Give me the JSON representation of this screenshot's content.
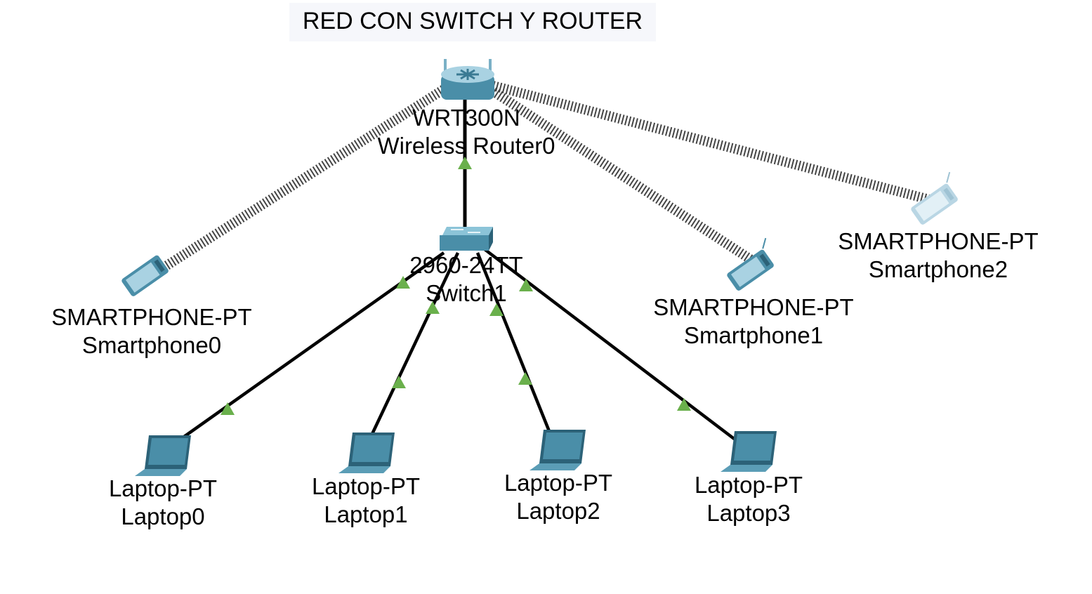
{
  "title": "RED CON SWITCH Y ROUTER",
  "colors": {
    "cable": "#000000",
    "link_up": "#6ab04c",
    "device_body": "#4a8ea8",
    "device_dark": "#2c6278",
    "smartphone_inactive": "#b9d6e4",
    "title_bg": "#f6f7fb"
  },
  "devices": {
    "router": {
      "model": "WRT300N",
      "name": "Wireless Router0",
      "icon": "wireless-router-icon"
    },
    "switch": {
      "model": "2960-24TT",
      "name": "Switch1",
      "icon": "switch-icon"
    },
    "smartphone0": {
      "model": "SMARTPHONE-PT",
      "name": "Smartphone0",
      "icon": "smartphone-icon"
    },
    "smartphone1": {
      "model": "SMARTPHONE-PT",
      "name": "Smartphone1",
      "icon": "smartphone-icon"
    },
    "smartphone2": {
      "model": "SMARTPHONE-PT",
      "name": "Smartphone2",
      "icon": "smartphone-icon"
    },
    "laptop0": {
      "model": "Laptop-PT",
      "name": "Laptop0",
      "icon": "laptop-icon"
    },
    "laptop1": {
      "model": "Laptop-PT",
      "name": "Laptop1",
      "icon": "laptop-icon"
    },
    "laptop2": {
      "model": "Laptop-PT",
      "name": "Laptop2",
      "icon": "laptop-icon"
    },
    "laptop3": {
      "model": "Laptop-PT",
      "name": "Laptop3",
      "icon": "laptop-icon"
    }
  },
  "links": [
    {
      "from": "switch",
      "to": "router",
      "type": "ethernet"
    },
    {
      "from": "switch",
      "to": "laptop0",
      "type": "ethernet"
    },
    {
      "from": "switch",
      "to": "laptop1",
      "type": "ethernet"
    },
    {
      "from": "switch",
      "to": "laptop2",
      "type": "ethernet"
    },
    {
      "from": "switch",
      "to": "laptop3",
      "type": "ethernet"
    },
    {
      "from": "router",
      "to": "smartphone0",
      "type": "wireless"
    },
    {
      "from": "router",
      "to": "smartphone1",
      "type": "wireless"
    },
    {
      "from": "router",
      "to": "smartphone2",
      "type": "wireless"
    }
  ]
}
